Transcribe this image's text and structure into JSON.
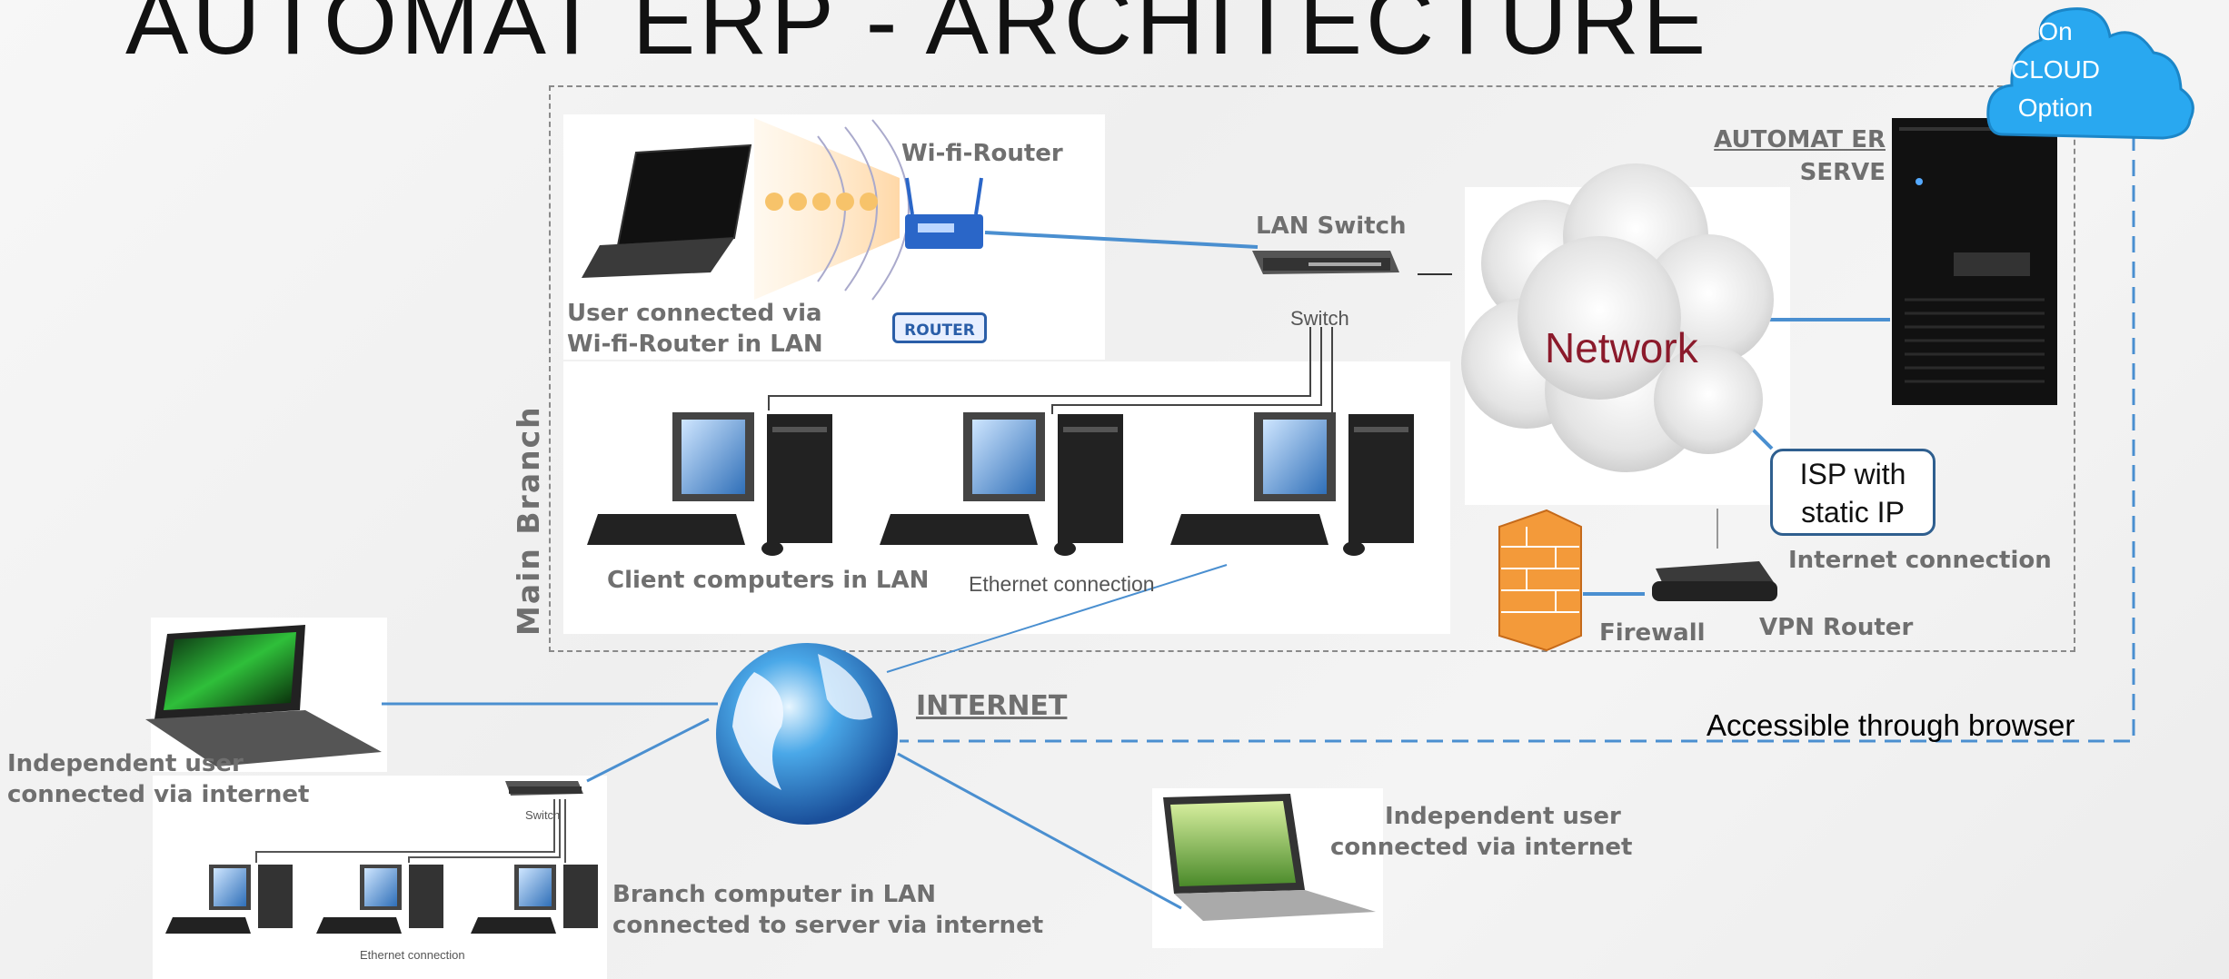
{
  "title": "AUTOMAT ERP - ARCHITECTURE",
  "cloud": {
    "line1": "On",
    "line2": "CLOUD",
    "line3": "Option"
  },
  "server": {
    "line1": "AUTOMAT ER",
    "line2": "SERVE"
  },
  "wifi_router": {
    "label": "Wi-fi-Router",
    "badge": "ROUTER"
  },
  "lan_switch": {
    "label": "LAN Switch",
    "device_text": "Switch"
  },
  "network": {
    "label": "Network"
  },
  "wifi_user": {
    "line1": "User connected via",
    "line2": "Wi-fi-Router in LAN"
  },
  "isp": {
    "line1": "ISP with",
    "line2": "static IP"
  },
  "internet_connection": "Internet connection",
  "client_computers": "Client computers in LAN",
  "ethernet_connection": "Ethernet connection",
  "firewall": "Firewall",
  "vpn_router": "VPN Router",
  "main_branch": "Main Branch",
  "internet": "INTERNET",
  "accessible": "Accessible through browser",
  "independent_user_left": {
    "line1": "Independent user",
    "line2": "connected via internet"
  },
  "independent_user_right": {
    "line1": "Independent user",
    "line2": "connected via internet"
  },
  "branch": {
    "line1": "Branch computer in LAN",
    "line2": "connected to server via internet",
    "switch_text": "Switch",
    "ethernet_text": "Ethernet connection"
  },
  "colors": {
    "connector": "#4a8fd0",
    "cloud": "#28a9f0",
    "network_text": "#8b1a2b",
    "label": "#6f6f6f"
  }
}
